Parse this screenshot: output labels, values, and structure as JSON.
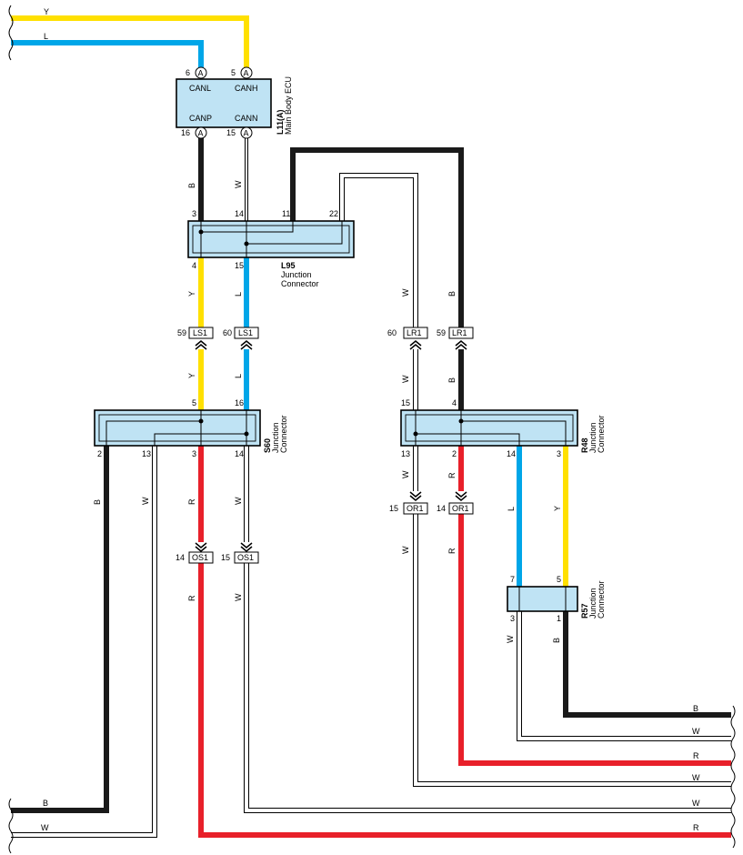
{
  "colors": {
    "Y": "#ffe000",
    "L": "#00a6e8",
    "B": "#1a1a1a",
    "R": "#e8202a",
    "W": "#ffffff",
    "box_fill": "#bfe3f4"
  },
  "ecu": {
    "connector_id": "L11(A)",
    "name": "Main Body ECU",
    "terminals": {
      "canl": {
        "name": "CANL",
        "pin": "6",
        "conn": "A"
      },
      "canh": {
        "name": "CANH",
        "pin": "5",
        "conn": "A"
      },
      "canp": {
        "name": "CANP",
        "pin": "16",
        "conn": "A"
      },
      "cann": {
        "name": "CANN",
        "pin": "15",
        "conn": "A"
      }
    }
  },
  "junctions": {
    "l95": {
      "id": "L95",
      "line1": "Junction",
      "line2": "Connector",
      "pins": {
        "p3": "3",
        "p14": "14",
        "p11": "11",
        "p22": "22",
        "p4": "4",
        "p15": "15"
      }
    },
    "s60": {
      "id": "S60",
      "line1": "Junction",
      "line2": "Connector",
      "pins": {
        "p5": "5",
        "p16": "16",
        "p2": "2",
        "p13": "13",
        "p3": "3",
        "p14": "14"
      }
    },
    "r48": {
      "id": "R48",
      "line1": "Junction",
      "line2": "Connector",
      "pins": {
        "p15": "15",
        "p4": "4",
        "p13": "13",
        "p2": "2",
        "p14": "14",
        "p3": "3"
      }
    },
    "r57": {
      "id": "R57",
      "line1": "Junction",
      "line2": "Connector",
      "pins": {
        "p7": "7",
        "p5": "5",
        "p3": "3",
        "p1": "1"
      }
    }
  },
  "inline_connectors": {
    "ls1_59": {
      "id": "LS1",
      "pin": "59"
    },
    "ls1_60": {
      "id": "LS1",
      "pin": "60"
    },
    "lr1_60": {
      "id": "LR1",
      "pin": "60"
    },
    "lr1_59": {
      "id": "LR1",
      "pin": "59"
    },
    "or1_15": {
      "id": "OR1",
      "pin": "15"
    },
    "or1_14": {
      "id": "OR1",
      "pin": "14"
    },
    "os1_14": {
      "id": "OS1",
      "pin": "14"
    },
    "os1_15": {
      "id": "OS1",
      "pin": "15"
    }
  },
  "wire_labels": {
    "top_y": "Y",
    "top_l": "L",
    "ecu_b": "B",
    "ecu_w": "W",
    "l95_y": "Y",
    "l95_l": "L",
    "ls1_y": "Y",
    "ls1_l": "L",
    "lr1_w_up": "W",
    "lr1_b_up": "B",
    "lr1_w_dn": "W",
    "lr1_b_dn": "B",
    "s60_b": "B",
    "s60_w": "W",
    "s60_r": "R",
    "s60_w2": "W",
    "os1_r": "R",
    "os1_w": "W",
    "r48_w": "W",
    "r48_r": "R",
    "r48_l": "L",
    "r48_y": "Y",
    "or1_w": "W",
    "or1_r": "R",
    "r57_w": "W",
    "r57_b": "B",
    "bottom_left_b": "B",
    "bottom_left_w": "W",
    "right_b": "B",
    "right_w1": "W",
    "right_r1": "R",
    "right_w2": "W",
    "right_w3": "W",
    "right_r2": "R"
  }
}
